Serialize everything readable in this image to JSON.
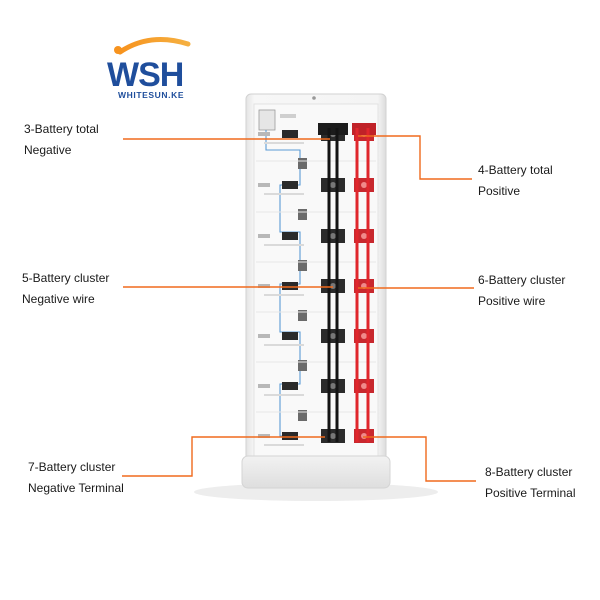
{
  "logo": {
    "mark": "WSH",
    "tagline": "WHITESUN.KE",
    "colors": {
      "blue": "#1f4e9c",
      "orange": "#f7931e"
    }
  },
  "colors": {
    "leader_line": "#f06a1d",
    "negative_cable": "#141414",
    "positive_cable": "#e0262c",
    "cabinet": "#f1f1f1",
    "signal_wire": "#5b9bd5"
  },
  "labels": [
    {
      "id": "battery-total-negative",
      "lines": [
        "3-Battery  total",
        "Negative"
      ]
    },
    {
      "id": "battery-total-positive",
      "lines": [
        "4-Battery  total",
        "Positive"
      ]
    },
    {
      "id": "battery-cluster-negative-wire",
      "lines": [
        "5-Battery cluster",
        "Negative wire"
      ]
    },
    {
      "id": "battery-cluster-positive-wire",
      "lines": [
        "6-Battery cluster",
        "Positive wire"
      ]
    },
    {
      "id": "battery-cluster-negative-terminal",
      "lines": [
        "7-Battery cluster",
        "Negative Terminal"
      ]
    },
    {
      "id": "battery-cluster-positive-terminal",
      "lines": [
        "8-Battery cluster",
        "Positive Terminal"
      ]
    }
  ]
}
